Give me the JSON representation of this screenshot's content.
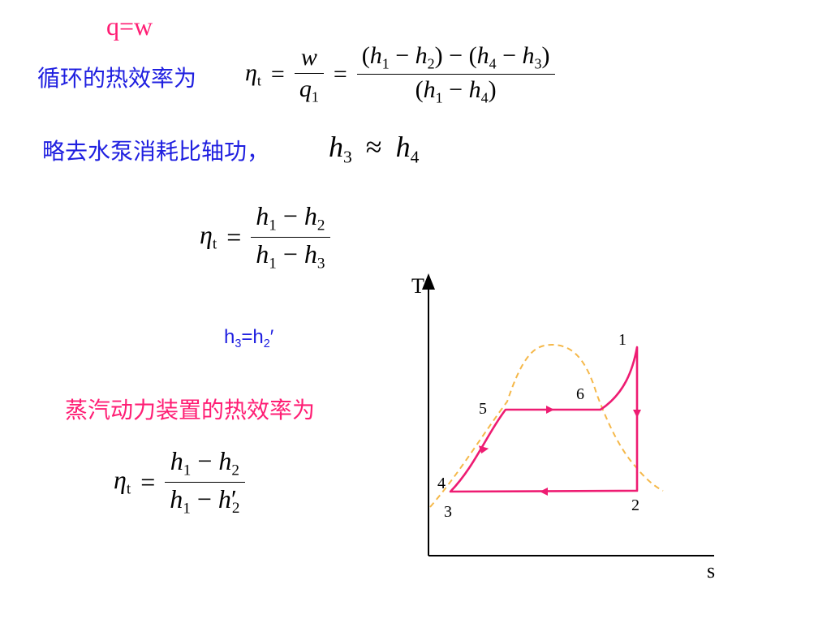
{
  "heading": "q=w",
  "line1": {
    "label": "循环的热效率为"
  },
  "line2": {
    "label": "略去水泵消耗比轴功，"
  },
  "note": {
    "prefix": "h",
    "sub1": "3",
    "mid": "=h",
    "sub2": "2",
    "suffix": "′"
  },
  "line3": {
    "label": "蒸汽动力装置的热效率为"
  },
  "symbols": {
    "eta": "η",
    "t": "t",
    "eq": "=",
    "approx": "≈",
    "minus": "−",
    "w": "w",
    "q": "q",
    "h": "h",
    "lp": "(",
    "rp": ")",
    "prime": "′",
    "s1": "1",
    "s2": "2",
    "s3": "3",
    "s4": "4"
  },
  "diagram": {
    "axis_y_label": "T",
    "axis_x_label": "s",
    "points": [
      "1",
      "2",
      "3",
      "4",
      "5",
      "6"
    ],
    "colors": {
      "cycle": "#ee1c72",
      "saturation_dome": "#f5b84a",
      "axes": "#000000"
    }
  }
}
